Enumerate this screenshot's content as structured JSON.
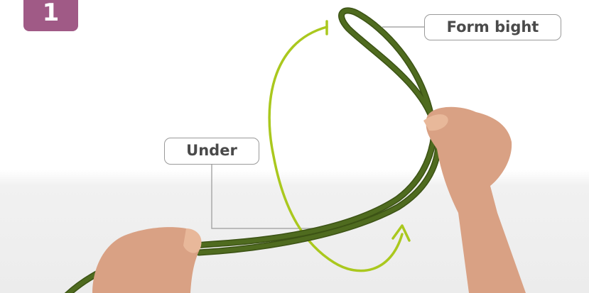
{
  "step": {
    "number": "1",
    "badge_color": "#a05a86"
  },
  "callouts": {
    "form_bight": "Form bight",
    "under": "Under"
  },
  "colors": {
    "rope": "#4f6b1f",
    "rope_dark": "#3c5315",
    "arrow": "#aac81e",
    "leader": "#a9a9a9",
    "skin": "#d9a184"
  }
}
